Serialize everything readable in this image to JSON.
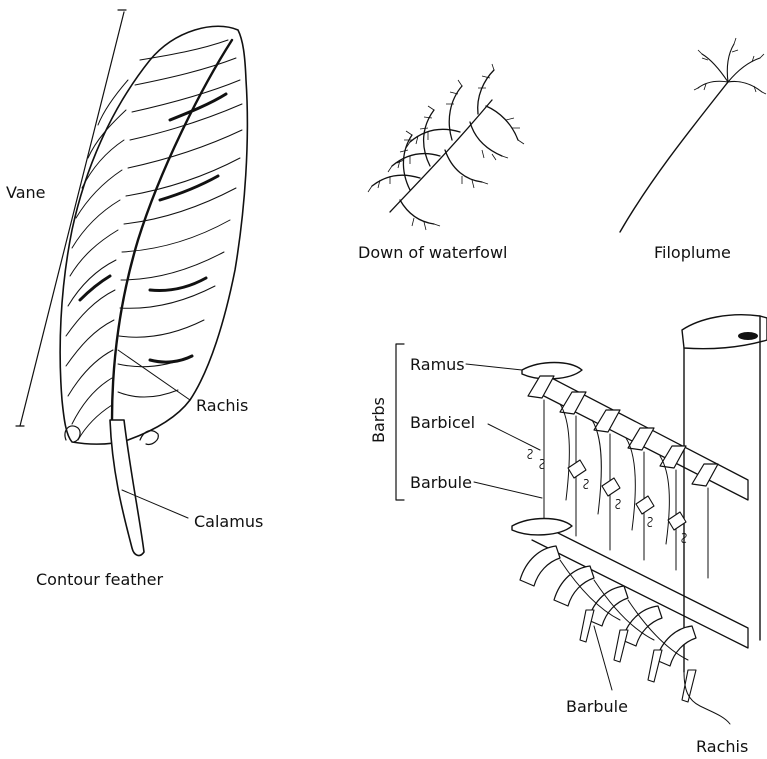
{
  "labels": {
    "vane": "Vane",
    "rachis_feather": "Rachis",
    "calamus": "Calamus",
    "contour_feather": "Contour feather",
    "down": "Down of waterfowl",
    "filoplume": "Filoplume",
    "ramus": "Ramus",
    "barbicel": "Barbicel",
    "barbs": "Barbs",
    "barbule_upper": "Barbule",
    "barbule_lower": "Barbule",
    "rachis_detail": "Rachis"
  }
}
